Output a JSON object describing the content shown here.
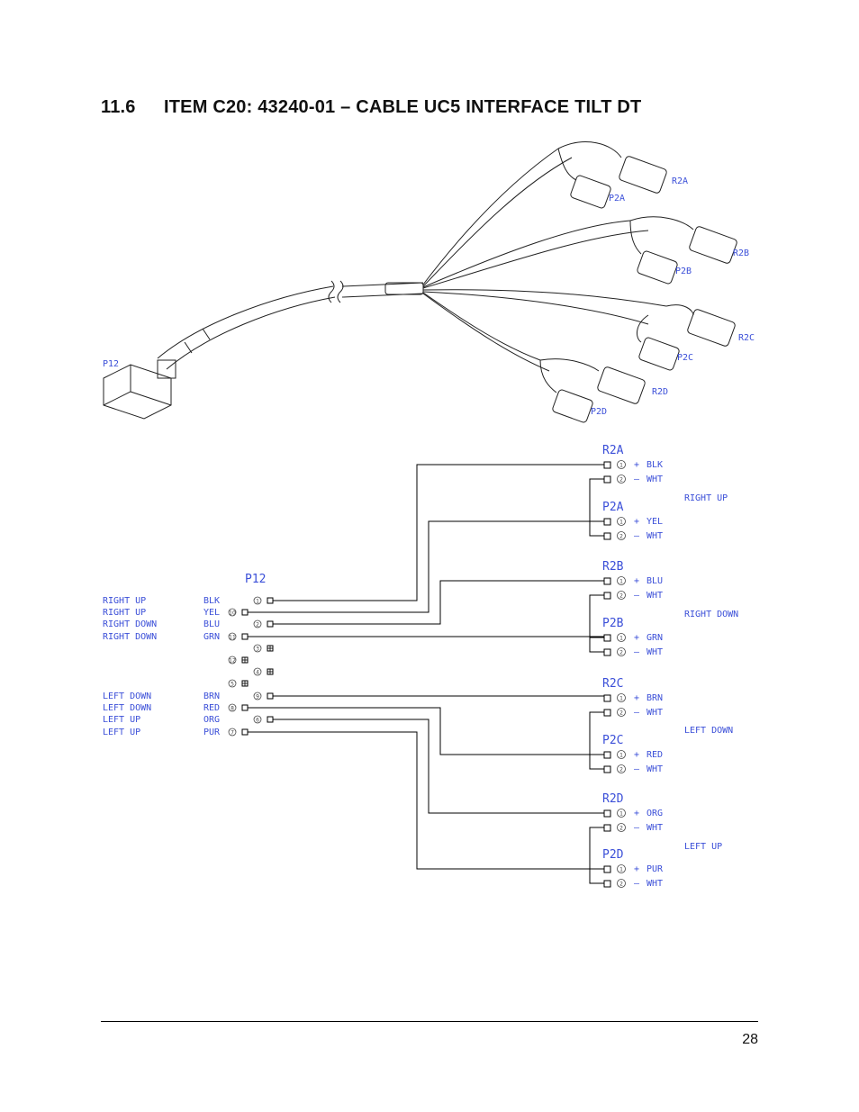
{
  "section": {
    "number": "11.6",
    "title": "ITEM C20:  43240-01 – CABLE UC5 INTERFACE TILT DT"
  },
  "drawing": {
    "p12_label": "P12",
    "connectors": [
      "R2A",
      "P2A",
      "R2B",
      "P2B",
      "R2C",
      "P2C",
      "R2D",
      "P2D"
    ]
  },
  "schematic": {
    "p12_title": "P12",
    "p12_rows": [
      {
        "function": "RIGHT UP",
        "color": "BLK",
        "pin": "1"
      },
      {
        "function": "RIGHT UP",
        "color": "YEL",
        "pin": "10"
      },
      {
        "function": "RIGHT DOWN",
        "color": "BLU",
        "pin": "2"
      },
      {
        "function": "RIGHT DOWN",
        "color": "GRN",
        "pin": "11"
      },
      {
        "function": "",
        "color": "",
        "pin": "3"
      },
      {
        "function": "",
        "color": "",
        "pin": "12"
      },
      {
        "function": "",
        "color": "",
        "pin": "4"
      },
      {
        "function": "",
        "color": "",
        "pin": "5"
      },
      {
        "function": "LEFT DOWN",
        "color": "BRN",
        "pin": "9"
      },
      {
        "function": "LEFT DOWN",
        "color": "RED",
        "pin": "8"
      },
      {
        "function": "LEFT UP",
        "color": "ORG",
        "pin": "6"
      },
      {
        "function": "LEFT UP",
        "color": "PUR",
        "pin": "7"
      }
    ],
    "connectors": [
      {
        "name": "R2A",
        "pins": [
          {
            "pin": "1",
            "sign": "+",
            "wire": "BLK"
          },
          {
            "pin": "2",
            "sign": "–",
            "wire": "WHT"
          }
        ]
      },
      {
        "name": "P2A",
        "pins": [
          {
            "pin": "1",
            "sign": "+",
            "wire": "YEL"
          },
          {
            "pin": "2",
            "sign": "–",
            "wire": "WHT"
          }
        ]
      },
      {
        "name": "R2B",
        "pins": [
          {
            "pin": "1",
            "sign": "+",
            "wire": "BLU"
          },
          {
            "pin": "2",
            "sign": "–",
            "wire": "WHT"
          }
        ]
      },
      {
        "name": "P2B",
        "pins": [
          {
            "pin": "1",
            "sign": "+",
            "wire": "GRN"
          },
          {
            "pin": "2",
            "sign": "–",
            "wire": "WHT"
          }
        ]
      },
      {
        "name": "R2C",
        "pins": [
          {
            "pin": "1",
            "sign": "+",
            "wire": "BRN"
          },
          {
            "pin": "2",
            "sign": "–",
            "wire": "WHT"
          }
        ]
      },
      {
        "name": "P2C",
        "pins": [
          {
            "pin": "1",
            "sign": "+",
            "wire": "RED"
          },
          {
            "pin": "2",
            "sign": "–",
            "wire": "WHT"
          }
        ]
      },
      {
        "name": "R2D",
        "pins": [
          {
            "pin": "1",
            "sign": "+",
            "wire": "ORG"
          },
          {
            "pin": "2",
            "sign": "–",
            "wire": "WHT"
          }
        ]
      },
      {
        "name": "P2D",
        "pins": [
          {
            "pin": "1",
            "sign": "+",
            "wire": "PUR"
          },
          {
            "pin": "2",
            "sign": "–",
            "wire": "WHT"
          }
        ]
      }
    ],
    "group_labels": [
      "RIGHT UP",
      "RIGHT DOWN",
      "LEFT DOWN",
      "LEFT UP"
    ]
  },
  "footer": {
    "page_number": "28"
  }
}
